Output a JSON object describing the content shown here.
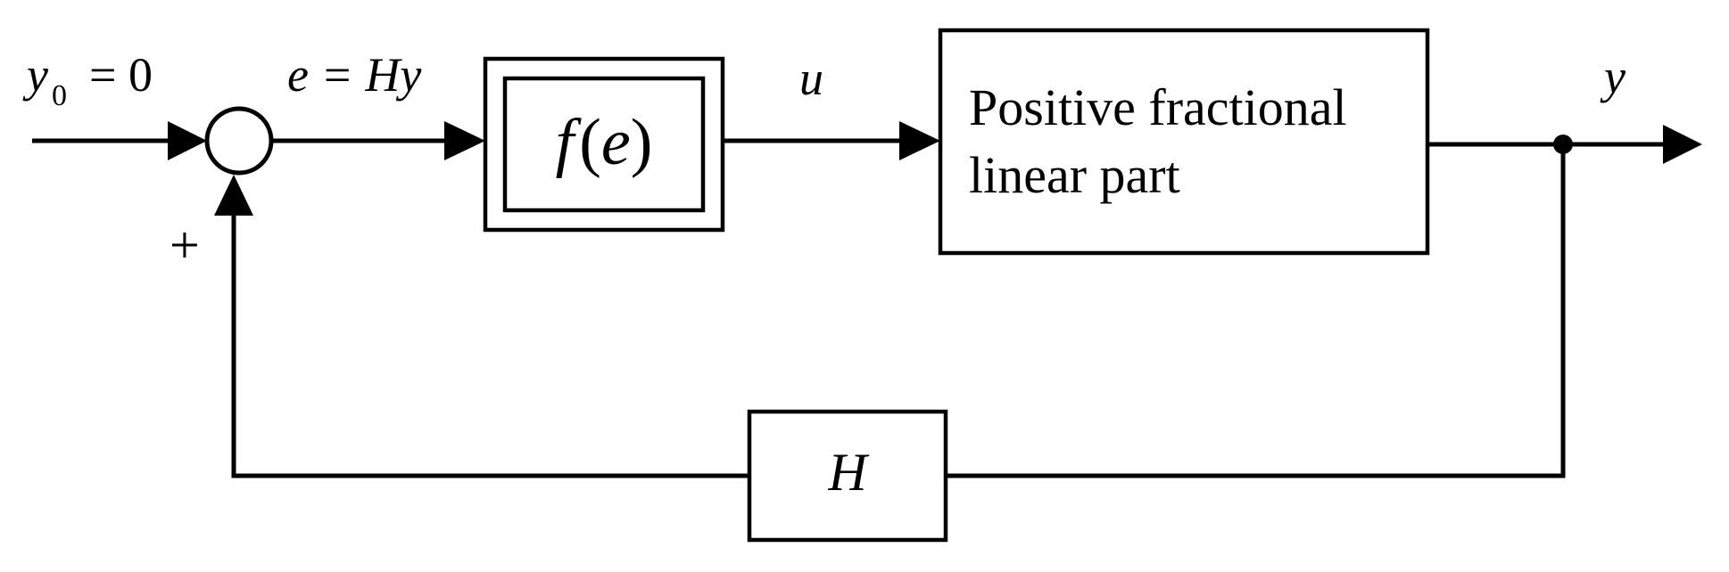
{
  "labels": {
    "input_symbol": "y",
    "input_subscript": "0",
    "input_equation": "= 0",
    "error_equation": "e = Hy",
    "sum_sign": "+",
    "nonlinear_name": "f",
    "nonlinear_argument": "e",
    "control_signal": "u",
    "linear_part_line1": "Positive fractional",
    "linear_part_line2": "linear part",
    "output_signal": "y",
    "feedback_gain": "H"
  }
}
